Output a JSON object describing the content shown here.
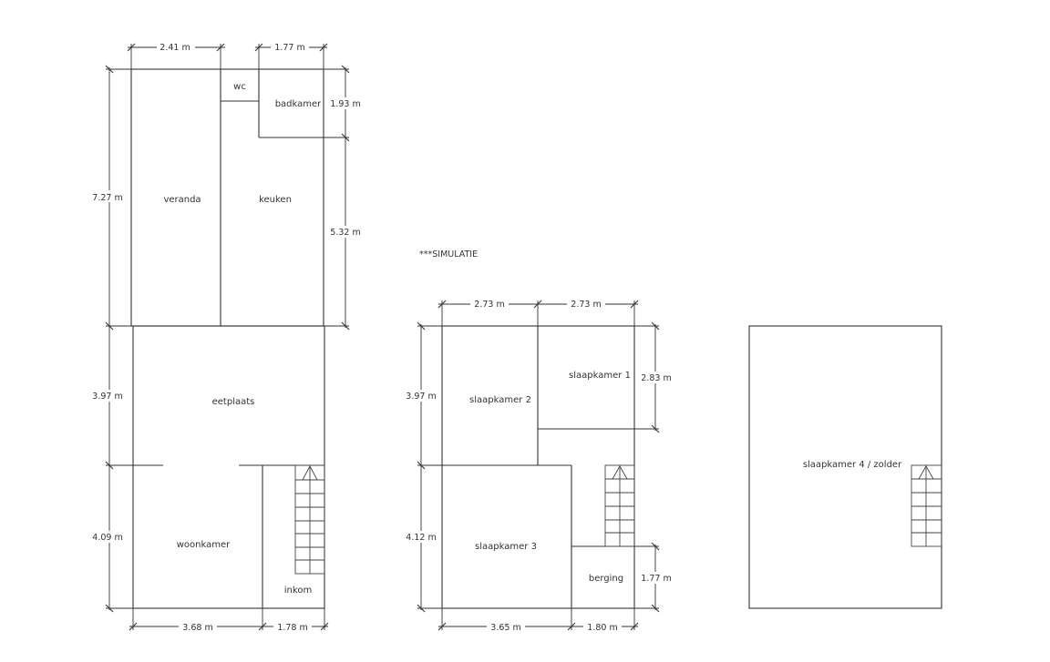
{
  "note": "***SIMULATIE",
  "ground_floor": {
    "rooms": {
      "wc": "wc",
      "badkamer": "badkamer",
      "veranda": "veranda",
      "keuken": "keuken",
      "eetplaats": "eetplaats",
      "woonkamer": "woonkamer",
      "inkom": "inkom"
    },
    "dimensions": {
      "top_left": "2.41 m",
      "top_right": "1.77 m",
      "left_upper": "7.27 m",
      "left_middle": "3.97 m",
      "left_lower": "4.09 m",
      "right_badkamer": "1.93 m",
      "right_keuken": "5.32 m",
      "bottom_left": "3.68 m",
      "bottom_right": "1.78 m"
    }
  },
  "first_floor": {
    "rooms": {
      "slaapkamer1": "slaapkamer 1",
      "slaapkamer2": "slaapkamer 2",
      "slaapkamer3": "slaapkamer 3",
      "berging": "berging"
    },
    "dimensions": {
      "top_left": "2.73 m",
      "top_right": "2.73 m",
      "left_upper": "3.97 m",
      "left_lower": "4.12 m",
      "right_slaapkamer1": "2.83 m",
      "right_berging": "1.77 m",
      "bottom_left": "3.65 m",
      "bottom_right": "1.80 m"
    }
  },
  "attic": {
    "rooms": {
      "zolder": "slaapkamer 4 / zolder"
    }
  }
}
